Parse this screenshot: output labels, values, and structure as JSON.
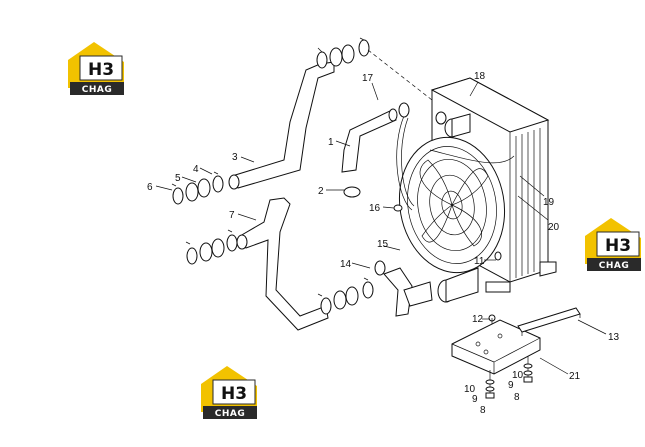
{
  "logos": {
    "top_left": {
      "top": "H3",
      "bottom": "CHAG"
    },
    "right": {
      "top": "H3",
      "bottom": "CHAG"
    },
    "bottom": {
      "top": "H3",
      "bottom": "CHAG"
    }
  },
  "callouts": [
    "1",
    "2",
    "3",
    "4",
    "5",
    "6",
    "7",
    "8",
    "9",
    "10",
    "11",
    "12",
    "13",
    "14",
    "15",
    "16",
    "17",
    "18",
    "19",
    "20",
    "21",
    "10",
    "9",
    "8"
  ],
  "colors": {
    "logo_yellow": "#f2c200",
    "logo_dark": "#2a2a2a",
    "line": "#111111"
  }
}
